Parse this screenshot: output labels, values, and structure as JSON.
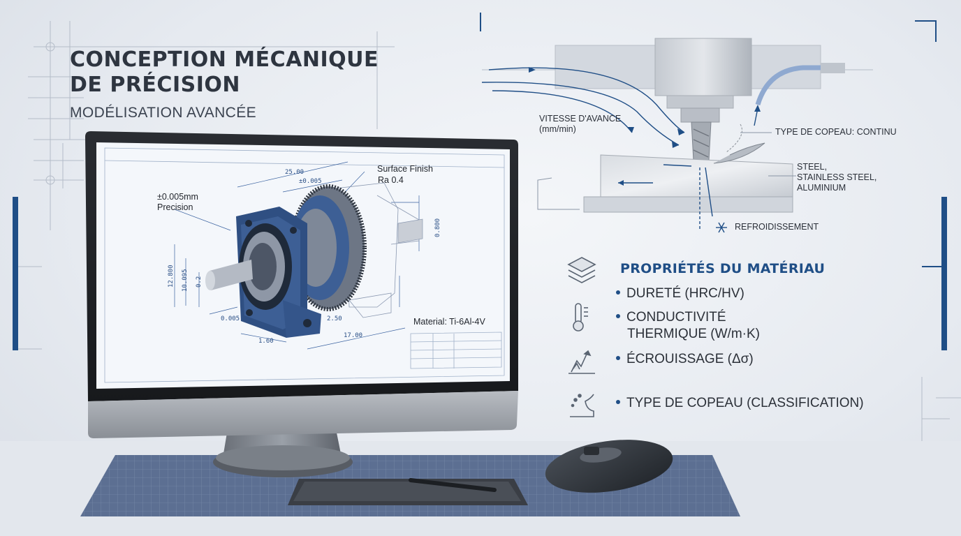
{
  "title": {
    "line1": "CONCEPTION MÉCANIQUE",
    "line2": "DE PRÉCISION",
    "subtitle": "MODÉLISATION AVANCÉE"
  },
  "cad_drawing": {
    "annotations": {
      "precision_value": "±0.005mm",
      "precision_label": "Precision",
      "surface_finish": "Surface Finish",
      "roughness": "Ra 0.4",
      "material": "Material: Ti-6Al-4V"
    },
    "dimensions": {
      "d1": "25.00",
      "d2": "±0.005",
      "d3": "0.800",
      "d4": "12.800",
      "d5": "10.095",
      "d6": "0.2",
      "d7": "0.005",
      "d8": "2.50",
      "d9": "1.60",
      "d10": "17.00"
    }
  },
  "machining_diagram": {
    "feed_rate_label": "VITESSE D'AVANCE",
    "feed_rate_unit": "(mm/min)",
    "chip_type": "TYPE DE COPEAU: CONTINU",
    "material_1": "STEEL,",
    "material_2": "STAINLESS STEEL,",
    "material_3": "ALUMINIUM",
    "cooling": "REFROIDISSEMENT"
  },
  "properties": {
    "title": "PROPRIÉTÉS DU MATÉRIAU",
    "items": [
      {
        "label": "DURETÉ (HRC/HV)",
        "icon": "layers-icon"
      },
      {
        "label_line1": "CONDUCTIVITÉ",
        "label_line2": "THERMIQUE (W/m·K)",
        "icon": "thermometer-icon"
      },
      {
        "label": "ÉCROUISSAGE (Δσ)",
        "icon": "work-hardening-icon"
      },
      {
        "label": "TYPE DE COPEAU (CLASSIFICATION)",
        "icon": "chip-icon"
      }
    ]
  },
  "colors": {
    "accent_blue": "#1f4e86",
    "part_blue": "#3d5f95",
    "background": "#e9edf2"
  }
}
